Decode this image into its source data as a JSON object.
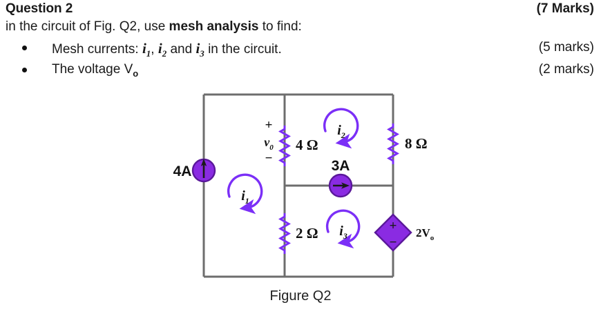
{
  "header": {
    "title": "Question 2",
    "total_marks": "(7 Marks)",
    "intro_prefix": "in the circuit of Fig. Q2, use ",
    "intro_bold": "mesh analysis",
    "intro_suffix": " to find:"
  },
  "bullets": [
    {
      "prefix": "Mesh currents: ",
      "var1": "i",
      "var1_sub": "1",
      "sep1": ", ",
      "var2": "i",
      "var2_sub": "2",
      "sep2": " and ",
      "var3": "i",
      "var3_sub": "3",
      "suffix": " in the circuit.",
      "marks": "(5 marks)"
    },
    {
      "prefix": "The voltage V",
      "sub": "o",
      "marks": "(2 marks)"
    }
  ],
  "figure": {
    "caption": "Figure Q2",
    "colors": {
      "wire": "#6d6d6d",
      "component": "#7b2ff7",
      "component_fill": "#8a2be2",
      "arrow_dark": "#1a1a1a",
      "mesh_arrow": "#7b2ff7",
      "label_text": "#111111"
    },
    "components": [
      {
        "name": "current-source-4a",
        "label": "4A",
        "type": "independent-current-source",
        "direction": "up"
      },
      {
        "name": "resistor-4ohm",
        "label": "4 Ω",
        "type": "resistor"
      },
      {
        "name": "voltage-label-vo",
        "label": "v",
        "sublabel": "0",
        "plus": "+",
        "minus": "−"
      },
      {
        "name": "resistor-8ohm",
        "label": "8 Ω",
        "type": "resistor"
      },
      {
        "name": "current-source-3a",
        "label": "3A",
        "type": "independent-current-source",
        "direction": "right"
      },
      {
        "name": "resistor-2ohm",
        "label": "2 Ω",
        "type": "resistor"
      },
      {
        "name": "dependent-voltage-source",
        "label": "2V",
        "sublabel": "o",
        "plus": "+",
        "minus": "−",
        "type": "dependent-voltage-source"
      }
    ],
    "mesh_currents": [
      {
        "name": "mesh-current-i1",
        "label": "i",
        "sub": "1",
        "direction": "clockwise"
      },
      {
        "name": "mesh-current-i2",
        "label": "i",
        "sub": "2",
        "direction": "clockwise"
      },
      {
        "name": "mesh-current-i3",
        "label": "i",
        "sub": "3",
        "direction": "clockwise"
      }
    ]
  }
}
